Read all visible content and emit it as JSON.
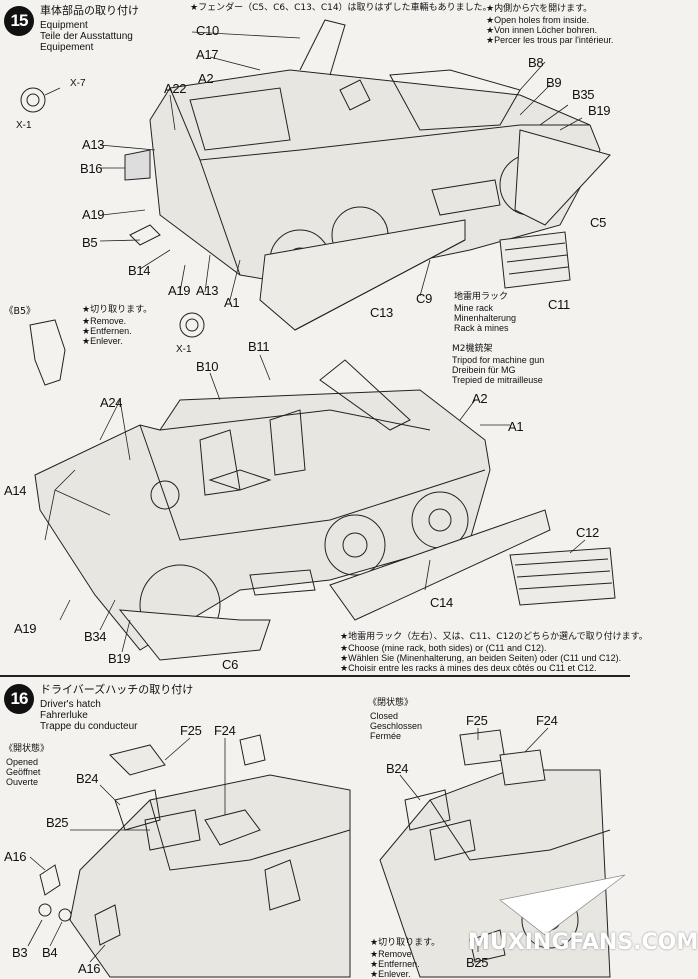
{
  "step15": {
    "number": "15",
    "title_jp": "車体部品の取り付け",
    "title_en": "Equipment",
    "title_de": "Teile der Ausstattung",
    "title_fr": "Equipement",
    "fender_note_jp": "★フェンダー（C5、C6、C13、C14）は取りはずした車輛もありました。",
    "holes_jp": "★内側から穴を開けます。",
    "holes_en": "★Open holes from inside.",
    "holes_de": "★Von innen Löcher bohren.",
    "holes_fr": "★Percer les trous par l'intérieur.",
    "x7": "X-7",
    "x1a": "X-1",
    "x1b": "X-1",
    "b5_label": "《B5》",
    "cut_jp": "★切り取ります。",
    "cut_en": "★Remove.",
    "cut_de": "★Entfernen.",
    "cut_fr": "★Enlever.",
    "mine_rack_jp": "地雷用ラック",
    "mine_rack_en": "Mine rack",
    "mine_rack_de": "Minenhalterung",
    "mine_rack_fr": "Rack à mines",
    "tripod_jp": "M2機銃架",
    "tripod_en": "Tripod for machine gun",
    "tripod_de": "Dreibein für MG",
    "tripod_fr": "Trepied de mitrailleuse",
    "choose_jp": "★地雷用ラック（左右）、又は、C11、C12のどちらか選んで取り付けます。",
    "choose_en": "★Choose (mine rack, both sides) or (C11 and C12).",
    "choose_de": "★Wählen Sie (Minenhalterung, an beiden Seiten) oder (C11 und C12).",
    "choose_fr": "★Choisir entre les racks à mines des deux côtés ou C11 et C12.",
    "parts": {
      "c10": "C10",
      "a17": "A17",
      "a2": "A2",
      "a22": "A22",
      "a13": "A13",
      "b16": "B16",
      "a19": "A19",
      "b5": "B5",
      "b14": "B14",
      "a19b": "A19",
      "a13b": "A13",
      "a1": "A1",
      "b8": "B8",
      "b9": "B9",
      "b35": "B35",
      "b19": "B19",
      "c5": "C5",
      "c9": "C9",
      "c13": "C13",
      "c11": "C11",
      "b11": "B11",
      "b10": "B10",
      "a24": "A24",
      "a2b": "A2",
      "a1b": "A1",
      "a14": "A14",
      "a19c": "A19",
      "b34": "B34",
      "b19b": "B19",
      "c6": "C6",
      "c14": "C14",
      "c12": "C12"
    }
  },
  "step16": {
    "number": "16",
    "title_jp": "ドライバーズハッチの取り付け",
    "title_en": "Driver's hatch",
    "title_de": "Fahrerluke",
    "title_fr": "Trappe du conducteur",
    "opened_jp": "《開状態》",
    "opened_en": "Opened",
    "opened_de": "Geöffnet",
    "opened_fr": "Ouverte",
    "closed_jp": "《閉状態》",
    "closed_en": "Closed",
    "closed_de": "Geschlossen",
    "closed_fr": "Fermée",
    "cut_jp": "★切り取ります。",
    "cut_en": "★Remove.",
    "cut_de": "★Entfernen.",
    "cut_fr": "★Enlever.",
    "parts": {
      "f25": "F25",
      "f24": "F24",
      "b24": "B24",
      "b25": "B25",
      "a16": "A16",
      "b3": "B3",
      "b4": "B4",
      "a16b": "A16",
      "f25c": "F25",
      "f24c": "F24",
      "b24c": "B24",
      "b25c": "B25"
    }
  },
  "watermark": "MUXINGFANS.COM"
}
